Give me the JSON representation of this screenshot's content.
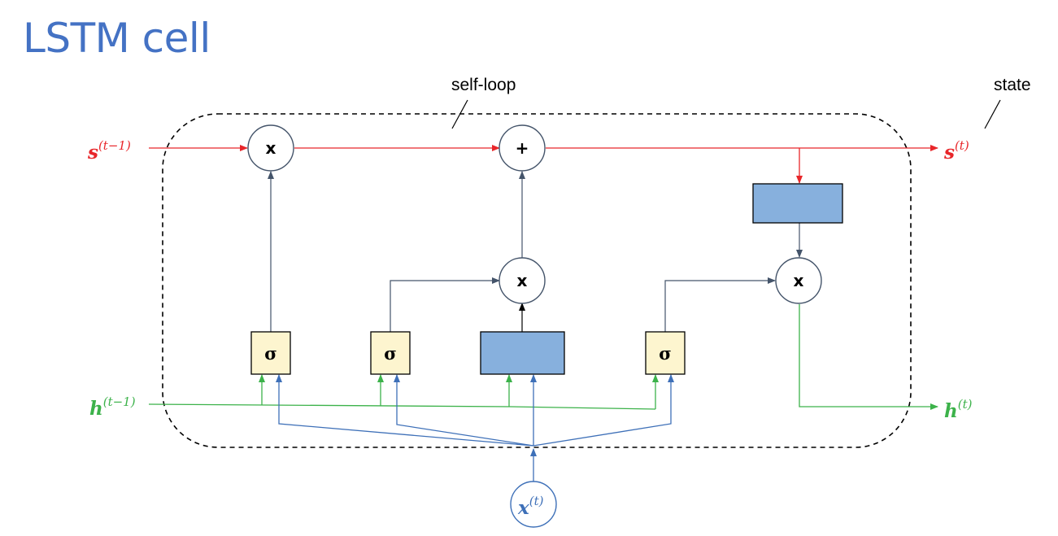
{
  "title": "LSTM cell",
  "labels": {
    "self_loop": "self-loop",
    "state": "state"
  },
  "ops": {
    "multiply": "x",
    "add": "+",
    "sigmoid": "σ"
  },
  "variables": {
    "s_prev": {
      "base": "s",
      "sup": "(t−1)"
    },
    "s_next": {
      "base": "s",
      "sup": "(t)"
    },
    "h_prev": {
      "base": "h",
      "sup": "(t−1)"
    },
    "h_next": {
      "base": "h",
      "sup": "(t)"
    },
    "x_in": {
      "base": "x",
      "sup": "(t)"
    }
  },
  "colors": {
    "state_line": "#e8262a",
    "hidden_line": "#3cb24a",
    "input_line": "#3e70b8",
    "gate_line": "#44546a",
    "sigma_fill": "#fdf5cf",
    "tanh_fill": "#87b0dd",
    "title": "#4472c4"
  }
}
